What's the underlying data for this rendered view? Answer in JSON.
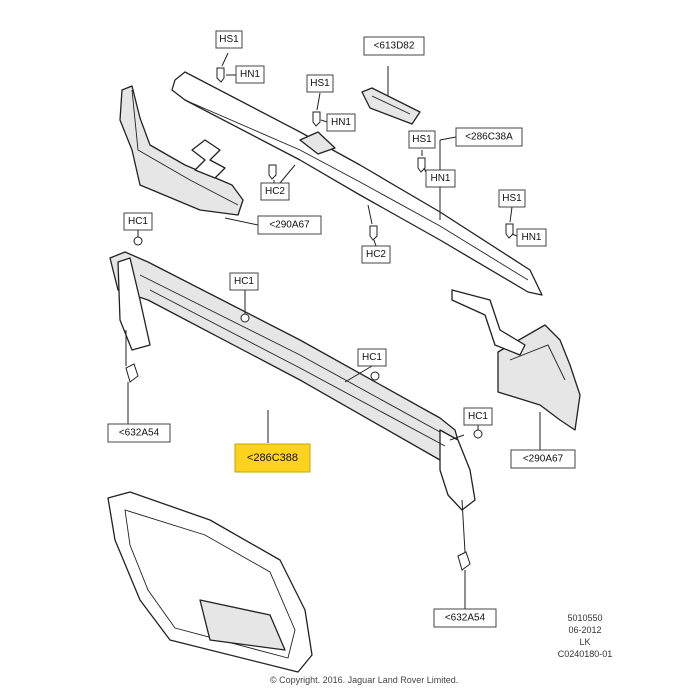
{
  "callouts": {
    "hs1_top": "HS1",
    "hn1_top": "HN1",
    "r613d82": "<613D82",
    "hs1_mid": "HS1",
    "hn1_mid": "HN1",
    "hs1_right": "HS1",
    "hn1_right": "HN1",
    "r286c38a": "<286C38A",
    "hc2_left": "HC2",
    "hc2_mid": "HC2",
    "hs1_far": "HS1",
    "hn1_far": "HN1",
    "hc1_left": "HC1",
    "r290a67_top": "<290A67",
    "hc1_mid": "HC1",
    "hc1_center": "HC1",
    "hc1_right": "HC1",
    "r632a54_left": "<632A54",
    "r286c388": "<286C388",
    "r290a67_right": "<290A67",
    "r632a54_bottom": "<632A54"
  },
  "info": {
    "line1": "5010550",
    "line2": "06-2012",
    "line3": "LK",
    "line4": "C0240180-01"
  },
  "copyright": "© Copyright. 2016. Jaguar Land Rover Limited.",
  "colors": {
    "highlight": "#ffd21f",
    "line": "#222222"
  }
}
